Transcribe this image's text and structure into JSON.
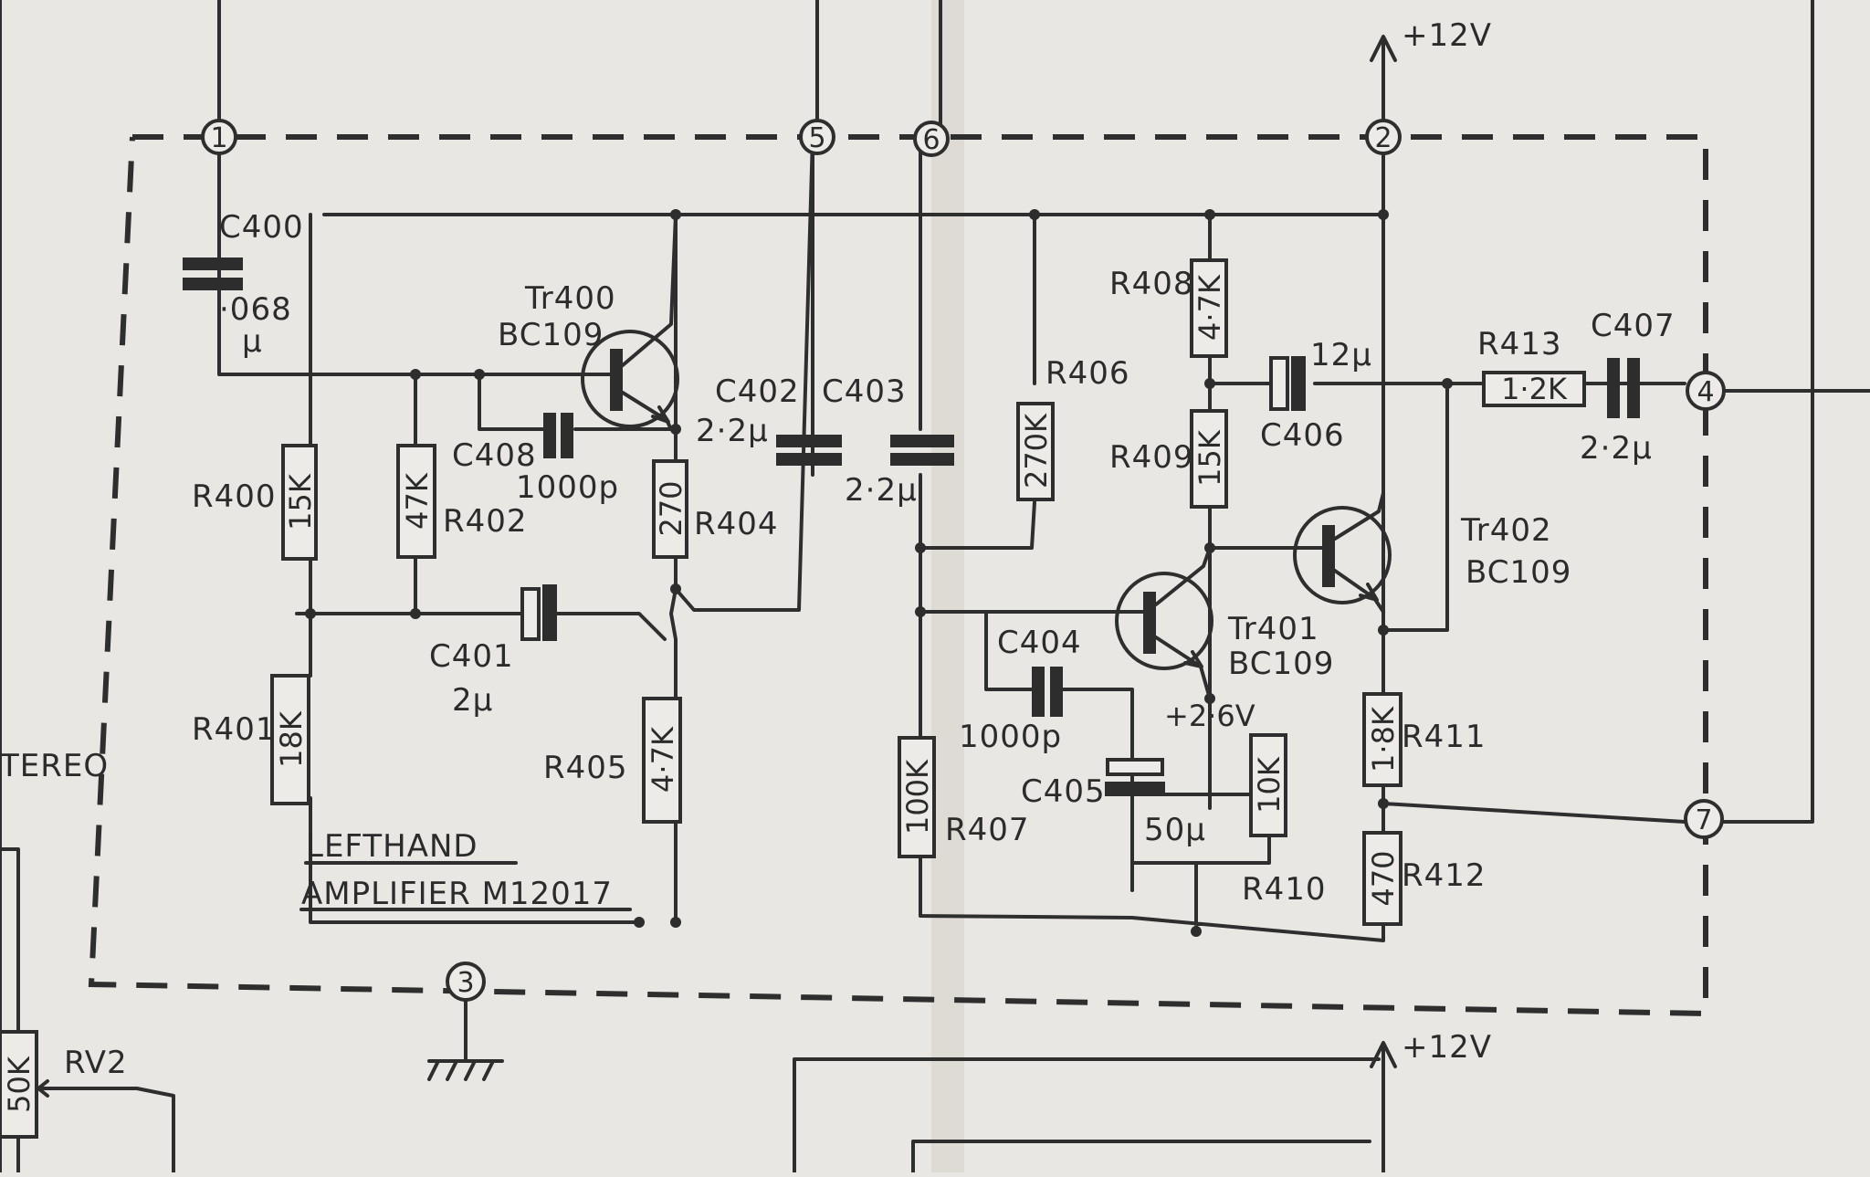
{
  "terminals": [
    "1",
    "5",
    "6",
    "2",
    "4",
    "7",
    "3"
  ],
  "supply": {
    "top": "+12V",
    "bottom": "+12V",
    "node_voltage": "+2·6V"
  },
  "title": {
    "line1": "LEFTHAND",
    "line2": "AMPLIFIER M12017"
  },
  "edge_text": {
    "stereo": "TEREO",
    "rv2": "RV2",
    "rv2_value": "50K"
  },
  "transistors": [
    {
      "ref": "Tr400",
      "type": "BC109"
    },
    {
      "ref": "Tr401",
      "type": "BC109"
    },
    {
      "ref": "Tr402",
      "type": "BC109"
    }
  ],
  "resistors": {
    "R400": {
      "ref": "R400",
      "value": "15K"
    },
    "R401": {
      "ref": "R401",
      "value": "18K"
    },
    "R402": {
      "ref": "R402",
      "value": "47K"
    },
    "R404": {
      "ref": "R404",
      "value": "270"
    },
    "R405": {
      "ref": "R405",
      "value": "4·7K"
    },
    "R406": {
      "ref": "R406",
      "value": "270K"
    },
    "R407": {
      "ref": "R407",
      "value": "100K"
    },
    "R408": {
      "ref": "R408",
      "value": "4·7K"
    },
    "R409": {
      "ref": "R409",
      "value": "15K"
    },
    "R410": {
      "ref": "R410",
      "value": "10K"
    },
    "R411": {
      "ref": "R411",
      "value": "1·8K"
    },
    "R412": {
      "ref": "R412",
      "value": "470"
    },
    "R413": {
      "ref": "R413",
      "value": "1·2K"
    }
  },
  "capacitors": {
    "C400": {
      "ref": "C400",
      "value": "·068",
      "unit": "µ"
    },
    "C401": {
      "ref": "C401",
      "value": "2µ"
    },
    "C402": {
      "ref": "C402",
      "value": "2·2µ"
    },
    "C403": {
      "ref": "C403",
      "value": "2·2µ"
    },
    "C404": {
      "ref": "C404",
      "value": "1000p"
    },
    "C405": {
      "ref": "C405",
      "value": "50µ"
    },
    "C406": {
      "ref": "C406",
      "value": "12µ"
    },
    "C407": {
      "ref": "C407",
      "value": "2·2µ"
    },
    "C408": {
      "ref": "C408",
      "value": "1000p"
    }
  }
}
